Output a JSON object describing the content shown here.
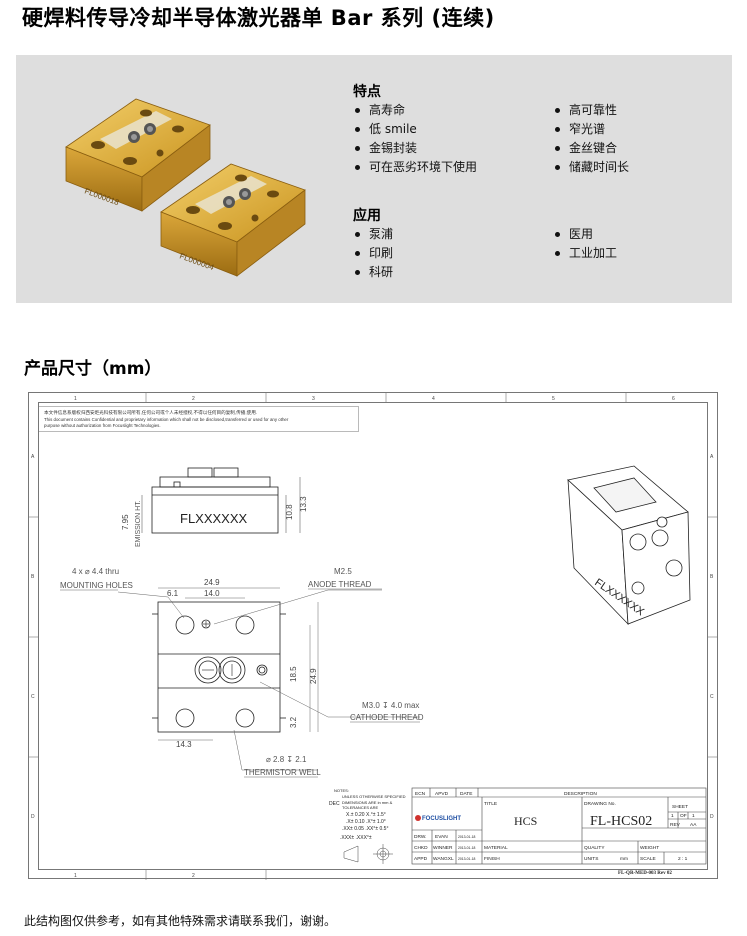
{
  "page_title": "硬焊料传导冷却半导体激光器单 Bar 系列 (连续)",
  "features": {
    "heading": "特点",
    "col1": [
      "高寿命",
      "低 smile",
      "金锡封装",
      "可在恶劣环境下使用"
    ],
    "col2": [
      "高可靠性",
      "窄光谱",
      "金丝键合",
      "储藏时间长"
    ]
  },
  "applications": {
    "heading": "应用",
    "col1": [
      "泵浦",
      "印刷",
      "科研"
    ],
    "col2": [
      "医用",
      "工业加工"
    ]
  },
  "product_image": {
    "label1": "FL000018",
    "label2": "FL000004"
  },
  "dimensions_heading": "产品尺寸（mm）",
  "drawing": {
    "col_markers": [
      "1",
      "2",
      "3",
      "4",
      "5",
      "6"
    ],
    "row_markers": [
      "A",
      "B",
      "C",
      "D"
    ],
    "notice_cn": "本文件信息系版权归西安炬光科技有限公司所有,任何公司或个人未经授权,不得以任何目的复制,传播,使用.",
    "notice_en": "This document contains Confidential and proprietary information which shall not be disclosed,transferred or used for any other purpose without authorization from Focuslight Technologies.",
    "part_marking": "FLXXXXXX",
    "part_marking_iso": "FLXXXXXX",
    "dims": {
      "emission_ht": "EMISSION HT.",
      "d795": "7.95",
      "d108": "10.8",
      "d133": "13.3",
      "d249w": "24.9",
      "d140": "14.0",
      "d61": "6.1",
      "d185": "18.5",
      "d249h": "24.9",
      "d32": "3.2",
      "d143": "14.3"
    },
    "callouts": {
      "mounting_qty": "4 x ⌀ 4.4 thru",
      "mounting": "MOUNTING HOLES",
      "anode_size": "M2.5",
      "anode": "ANODE THREAD",
      "cathode_size": "M3.0 ↧ 4.0 max",
      "cathode": "CATHODE THREAD",
      "thermistor_size": "⌀ 2.8 ↧ 2.1",
      "thermistor": "THERMISTOR WELL"
    },
    "notes": {
      "n1": "NOTES:",
      "n2": "UNLESS OTHERWISE SPECIFIED",
      "n3": "DIMENSIONS ARE in mm &",
      "n4": "TOLERANCES ARE",
      "dec": "DEC",
      "t1": "X.±  0.20    X.°±  1.5°",
      "t2": ".X±  0.10    .X°±  1.0°",
      "t3": ".XX±  0.05   .XX°±  0.5°",
      "t4": ".XXX±         .XXX°±"
    },
    "title_block": {
      "ecn": "ECN",
      "apvd": "APVD",
      "date": "DATE",
      "description": "DESCRIPTION",
      "logo": "FOCUSLIGHT",
      "title_lbl": "TITLE",
      "title_val": "HCS",
      "drawing_no_lbl": "DRAWING No.",
      "drawing_no": "FL-HCS02",
      "sheet_lbl": "SHEET",
      "sheet_1": "1",
      "sheet_of": "OF",
      "sheet_2": "1",
      "rev_lbl": "REV",
      "rev_val": "AA",
      "drw_lbl": "DRW.",
      "drw_name": "EVAN",
      "drw_date": "2013-01-18",
      "chkd_lbl": "CHKD",
      "chkd_name": "WINNER",
      "chkd_date": "2013-01-18",
      "appd_lbl": "APPD",
      "appd_name": "WANGXL",
      "appd_date": "2013-01-18",
      "material": "MATERIAL",
      "finish": "FINISH",
      "quality": "QUALITY",
      "weight": "WEIGHT",
      "units_lbl": "UNITS",
      "units_val": "mm",
      "scale_lbl": "SCALE",
      "scale_val": "2 : 1",
      "form_no": "FL-QR-MED-003 Rev 02"
    }
  },
  "footer_note": "此结构图仅供参考，如有其他特殊需求请联系我们，谢谢。",
  "colors": {
    "banner_bg": "#dedede",
    "gold": "#d4a22c",
    "gold_dark": "#a8781a"
  }
}
